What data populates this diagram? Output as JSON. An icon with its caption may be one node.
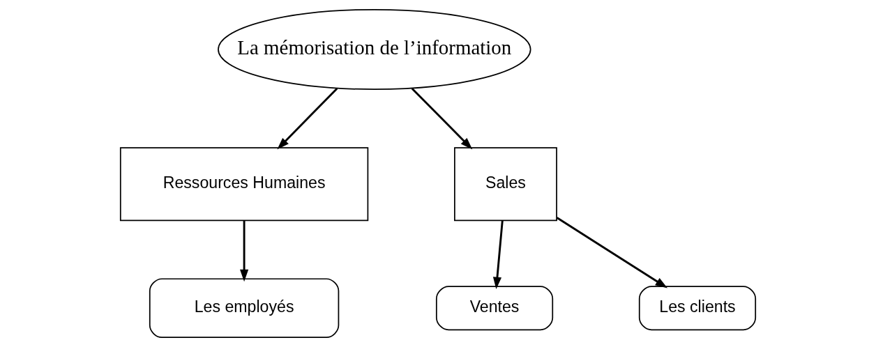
{
  "diagram": {
    "nodes": [
      {
        "text": [
          "La mémorisation de l’information"
        ]
      },
      {
        "text": [
          "Ressources Humaines"
        ]
      },
      {
        "text": [
          "Sales"
        ]
      },
      {
        "text": [
          "Les employés"
        ]
      },
      {
        "text": [
          "Ventes"
        ]
      },
      {
        "text": [
          "Les clients"
        ]
      }
    ],
    "edges": [
      {
        "from": 0,
        "to": 1,
        "arrow": "to"
      },
      {
        "from": 0,
        "to": 2,
        "arrow": "to"
      },
      {
        "from": 1,
        "to": 3,
        "arrow": "to"
      },
      {
        "from": 2,
        "to": 4,
        "arrow": "to"
      },
      {
        "from": 2,
        "to": 5,
        "arrow": "to"
      }
    ]
  }
}
